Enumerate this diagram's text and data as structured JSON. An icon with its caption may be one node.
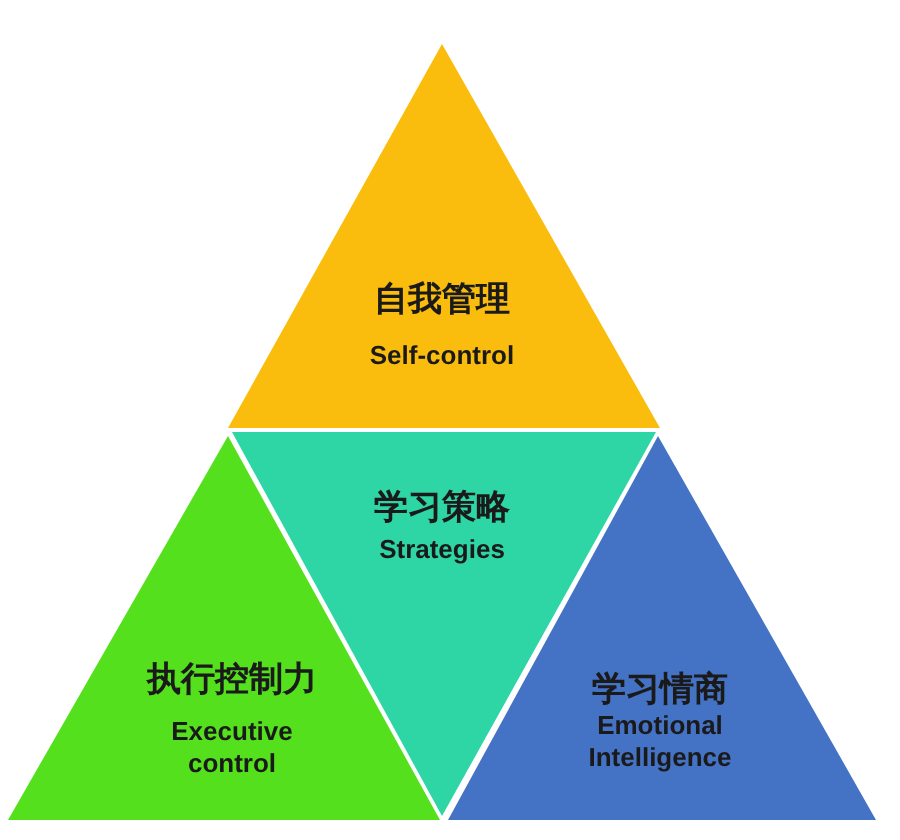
{
  "diagram": {
    "nodes": [
      {
        "text": [
          "自我管理",
          "Self-control"
        ]
      },
      {
        "text": [
          "执行控制力",
          "Executive control"
        ]
      },
      {
        "text": [
          "学习策略",
          "Strategies"
        ]
      },
      {
        "text": [
          "学习情商",
          "Emotional Intelligence"
        ]
      }
    ]
  }
}
